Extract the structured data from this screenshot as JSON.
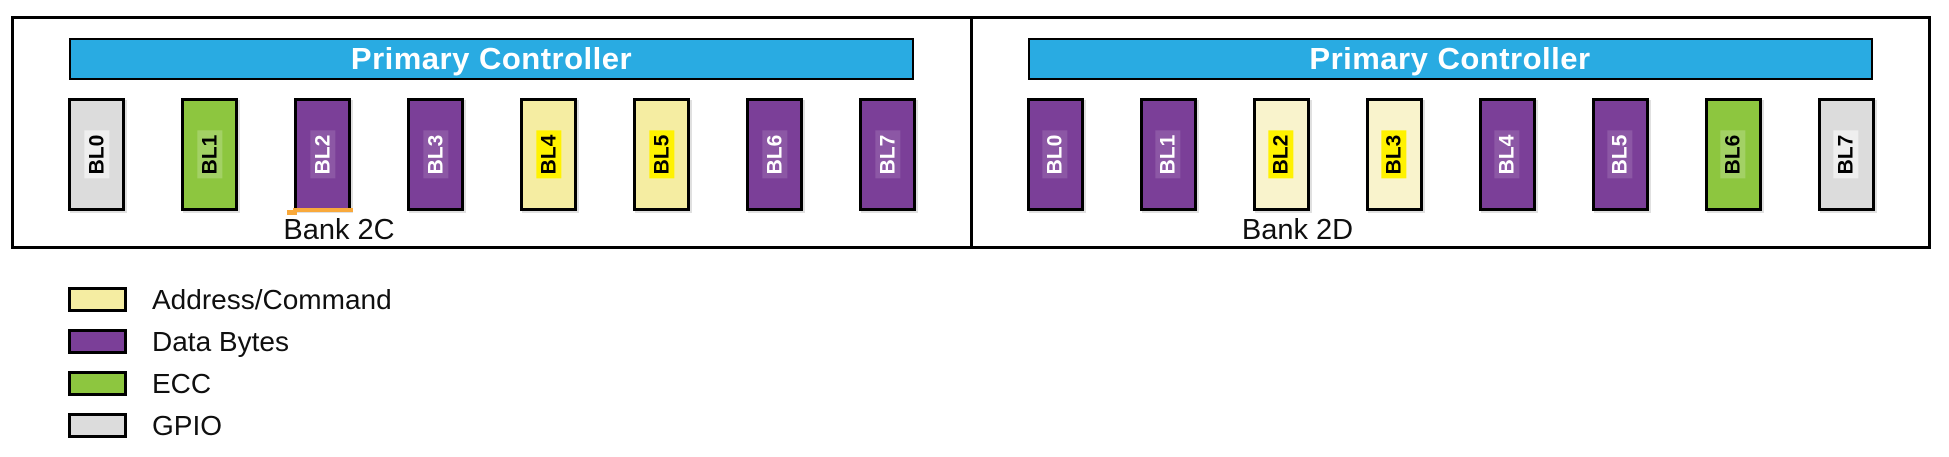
{
  "diagram": {
    "banks": [
      {
        "name": "Bank 2C",
        "controller_label": "Primary Controller",
        "blocks": [
          {
            "label": "BL0",
            "type": "gpio"
          },
          {
            "label": "BL1",
            "type": "ecc"
          },
          {
            "label": "BL2",
            "type": "data"
          },
          {
            "label": "BL3",
            "type": "data"
          },
          {
            "label": "BL4",
            "type": "addr"
          },
          {
            "label": "BL5",
            "type": "addr"
          },
          {
            "label": "BL6",
            "type": "data"
          },
          {
            "label": "BL7",
            "type": "data"
          }
        ],
        "has_orange_marker": true
      },
      {
        "name": "Bank 2D",
        "controller_label": "Primary Controller",
        "blocks": [
          {
            "label": "BL0",
            "type": "data"
          },
          {
            "label": "BL1",
            "type": "data"
          },
          {
            "label": "BL2",
            "type": "addr-pale"
          },
          {
            "label": "BL3",
            "type": "addr-pale"
          },
          {
            "label": "BL4",
            "type": "data"
          },
          {
            "label": "BL5",
            "type": "data"
          },
          {
            "label": "BL6",
            "type": "ecc"
          },
          {
            "label": "BL7",
            "type": "gpio"
          }
        ],
        "has_orange_marker": false
      }
    ],
    "legend": [
      {
        "label": "Address/Command",
        "type": "addr"
      },
      {
        "label": "Data Bytes",
        "type": "data"
      },
      {
        "label": "ECC",
        "type": "ecc"
      },
      {
        "label": "GPIO",
        "type": "gpio"
      }
    ],
    "colors": {
      "controller_bar": "#29ABE2",
      "addr": "#F5EDA2",
      "addr_pale": "#F9F3CC",
      "data": "#7B3F98",
      "ecc": "#8DC63F",
      "gpio": "#DCDCDC",
      "label_highlight_yellow": "#FFF200",
      "orange_marker": "#F9A93B",
      "border": "#000000"
    }
  }
}
